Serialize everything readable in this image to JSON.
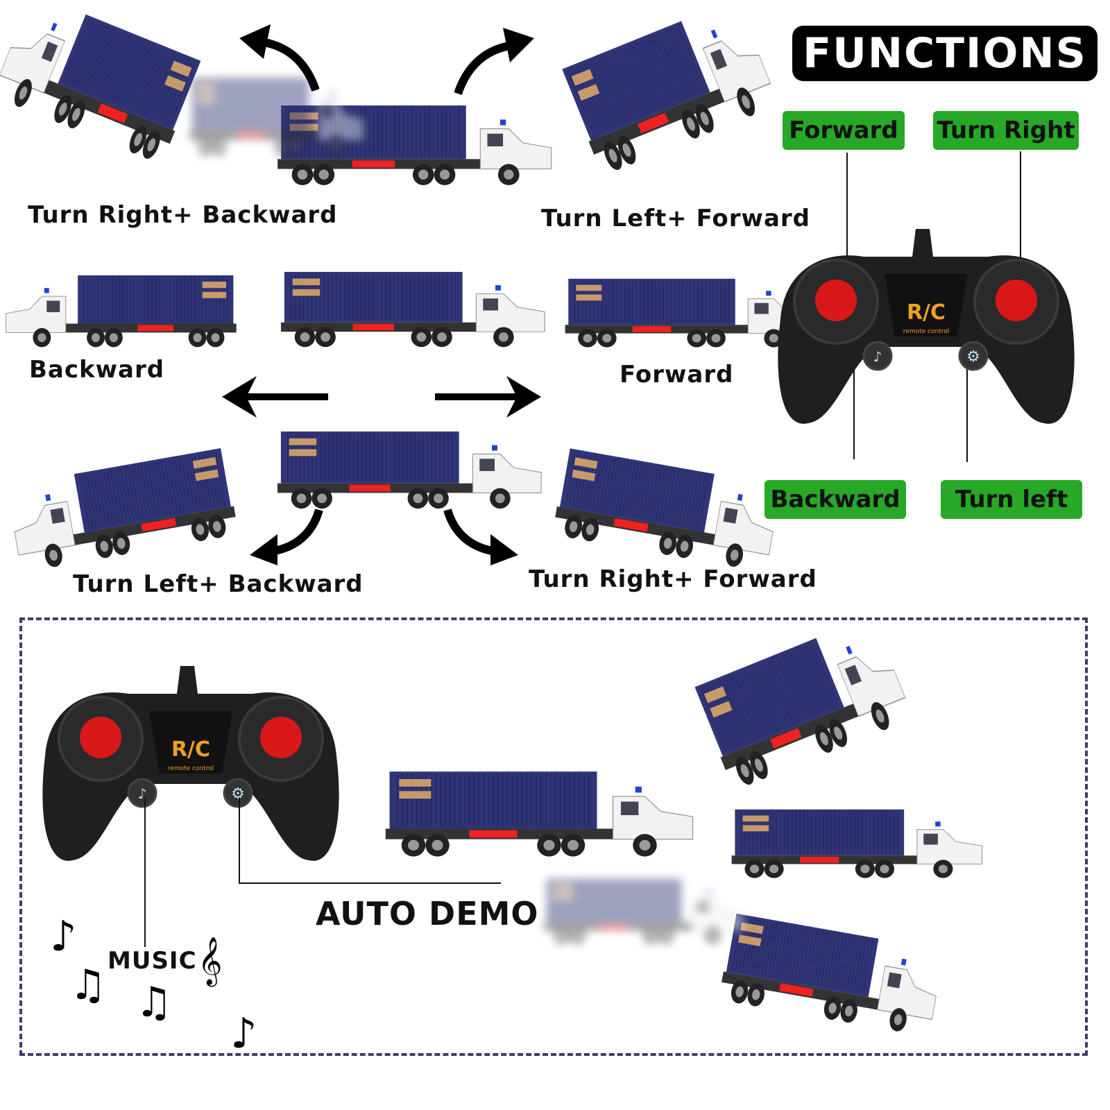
{
  "title": "FUNCTIONS",
  "controls": {
    "forward": "Forward",
    "turn_right": "Turn Right",
    "backward": "Backward",
    "turn_left": "Turn left"
  },
  "moves": {
    "turn_right_backward": "Turn Right+ Backward",
    "turn_left_forward": "Turn Left+ Forward",
    "backward": "Backward",
    "forward": "Forward",
    "turn_left_backward": "Turn Left+ Backward",
    "turn_right_forward": "Turn Right+ Forward"
  },
  "demo": {
    "auto_demo": "AUTO DEMO",
    "music": "MUSIC"
  },
  "remote": {
    "logo": "R/C",
    "sub": "remote control"
  },
  "colors": {
    "label_green": "#27a827",
    "trailer_navy": "#2f3577",
    "joystick_red": "#d81818"
  },
  "icons": [
    "music-note-icon",
    "gear-icon",
    "arrow-left-icon",
    "arrow-right-icon",
    "curved-arrow-icon"
  ]
}
